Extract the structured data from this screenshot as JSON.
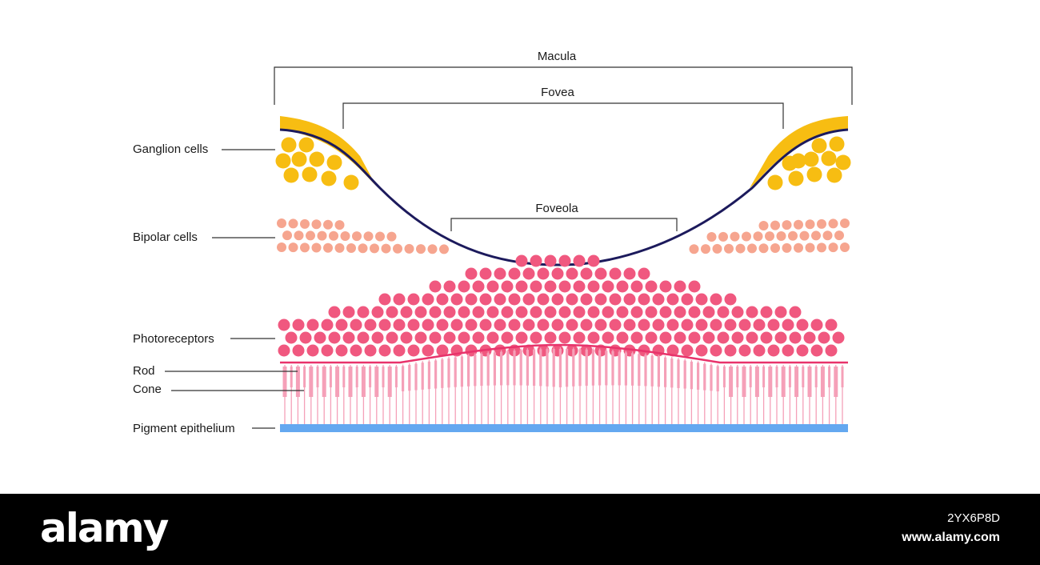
{
  "labels": {
    "macula": "Macula",
    "fovea": "Fovea",
    "foveola": "Foveola",
    "ganglion": "Ganglion cells",
    "bipolar": "Bipolar cells",
    "photoreceptors": "Photoreceptors",
    "rod": "Rod",
    "cone": "Cone",
    "pigment": "Pigment epithelium"
  },
  "colors": {
    "ganglion": "#f7bd12",
    "membrane": "#1c1a5c",
    "bipolar": "#f6a58f",
    "photoreceptor": "#f0587f",
    "rod_cone": "#f5a0b8",
    "boundary": "#e8336b",
    "pigment": "#64a8f0",
    "leader": "#333333"
  },
  "footer": {
    "logo": "alamy",
    "image_id": "2YX6P8D",
    "site": "www.alamy.com"
  }
}
